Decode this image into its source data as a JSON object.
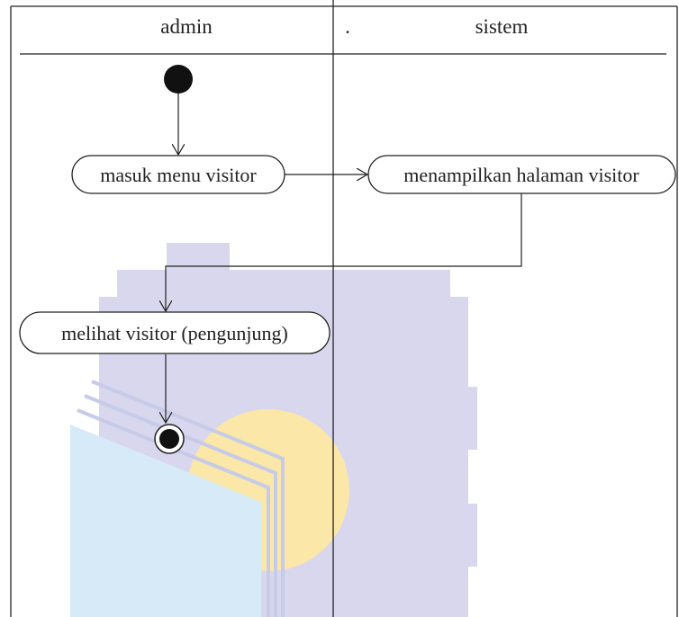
{
  "lanes": {
    "left_title": "admin",
    "right_marker": ".",
    "right_title": "sistem"
  },
  "activities": {
    "masuk_menu": "masuk menu visitor",
    "menampilkan": "menampilkan halaman visitor",
    "melihat": "melihat visitor (pengunjung)"
  },
  "colors": {
    "line": "#222222",
    "watermark_gear": "#d9d7ee",
    "watermark_sun": "#fbe7a7",
    "watermark_book": "#d6ebf7",
    "watermark_pages": "#c6cbe8"
  }
}
